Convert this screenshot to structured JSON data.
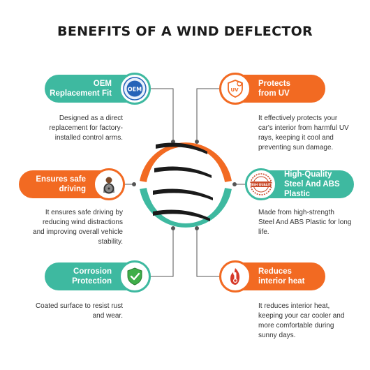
{
  "title": "BENEFITS OF A WIND DEFLECTOR",
  "colors": {
    "teal": "#3eb9a0",
    "orange": "#f26a22"
  },
  "benefits": [
    {
      "label_line1": "OEM",
      "label_line2": "Replacement Fit",
      "icon": "oem-seal-icon",
      "badge_text": "OEM",
      "description": [
        "Designed as a direct",
        "replacement for factory-",
        "installed control arms."
      ]
    },
    {
      "label_line1": "Protects",
      "label_line2": "from UV",
      "icon": "uv-shield-icon",
      "description": [
        "It effectively protects your",
        "car's interior from harmful UV",
        "rays, keeping it cool and",
        "preventing sun damage."
      ]
    },
    {
      "label_line1": "Ensures safe",
      "label_line2": "driving",
      "icon": "driver-steering-icon",
      "description": [
        "It ensures safe driving by",
        "reducing wind distractions",
        "and improving overall vehicle",
        "stability."
      ]
    },
    {
      "label_line1": "High-Quality",
      "label_line2": "Steel And ABS",
      "label_line3": "Plastic",
      "icon": "quality-stamp-icon",
      "badge_text": "HIGH QUALITY",
      "description": [
        "Made from high-strength",
        "Steel And ABS Plastic for long",
        "life."
      ]
    },
    {
      "label_line1": "Corrosion",
      "label_line2": "Protection",
      "icon": "shield-check-icon",
      "description": [
        "Coated surface to resist rust",
        "and wear."
      ]
    },
    {
      "label_line1": "Reduces",
      "label_line2": "interior heat",
      "icon": "thermometer-fire-icon",
      "description": [
        "It reduces interior heat,",
        "keeping your car cooler and",
        "more comfortable during",
        "sunny days."
      ]
    }
  ]
}
